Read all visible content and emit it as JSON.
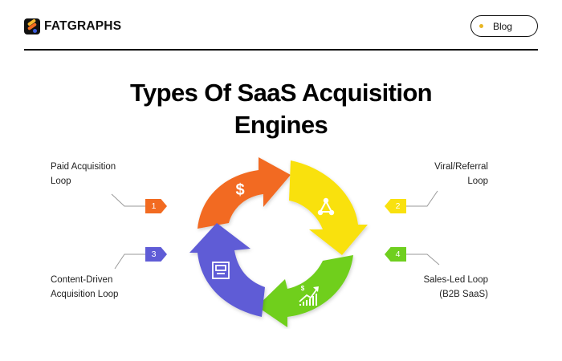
{
  "header": {
    "brand": "FATGRAPHS",
    "blog_button": "Blog"
  },
  "title": {
    "line1": "Types Of SaaS Acquisition",
    "line2": "Engines"
  },
  "loops": [
    {
      "number": "1",
      "label_line1": "Paid Acquisition",
      "label_line2": "Loop",
      "color": "#f26b21",
      "icon": "dollar-icon"
    },
    {
      "number": "2",
      "label_line1": "Viral/Referral",
      "label_line2": "Loop",
      "color": "#f9e10f",
      "icon": "network-share-icon"
    },
    {
      "number": "3",
      "label_line1": "Content-Driven",
      "label_line2": "Acquisition Loop",
      "color": "#5f5cd6",
      "icon": "document-layout-icon"
    },
    {
      "number": "4",
      "label_line1": "Sales-Led Loop",
      "label_line2": "(B2B SaaS)",
      "color": "#6fcf1f",
      "icon": "growth-chart-icon"
    }
  ],
  "colors": {
    "orange": "#f26b21",
    "yellow": "#f9e10f",
    "purple": "#5f5cd6",
    "green": "#6fcf1f",
    "blog_dot": "#e8b624",
    "connector": "#9a9a9a"
  }
}
